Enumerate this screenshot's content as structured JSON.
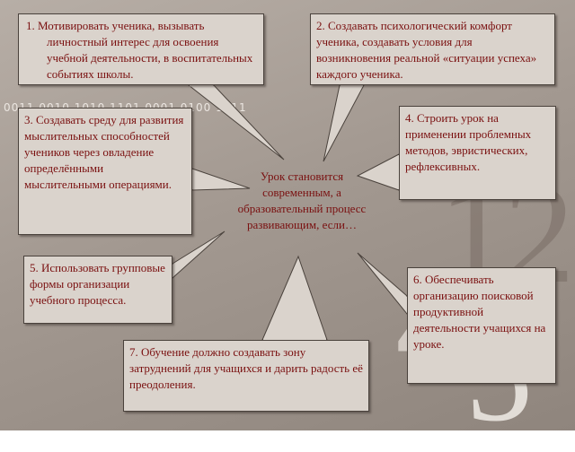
{
  "background": {
    "digits": "0011 0010 1010 1101 0001 0100 1011",
    "big_digits": [
      "12",
      "4",
      "5"
    ]
  },
  "colors": {
    "text": "#7a1010",
    "box_bg": "#dad3cc",
    "border": "#4a423c"
  },
  "center_text": "Урок становится современным, а образовательный процесс развивающим, если…",
  "items": [
    "1. Мотивировать ученика, вызывать личностный интерес для освоения учебной деятельности, в воспитательных событиях школы.",
    "2. Создавать психологический комфорт ученика, создавать условия для возникновения реальной «ситуации успеха» каждого ученика.",
    "3. Создавать среду для развития мыслительных способностей учеников через овладение определёнными мыслительными операциями.",
    "4. Строить урок на применении проблемных методов, эвристических, рефлексивных.",
    "5. Использовать групповые формы организации учебного процесса.",
    "6. Обеспечивать организацию поисковой продуктивной деятельности учащихся на уроке.",
    "7. Обучение должно создавать зону затруднений для учащихся и дарить радость её преодоления."
  ]
}
